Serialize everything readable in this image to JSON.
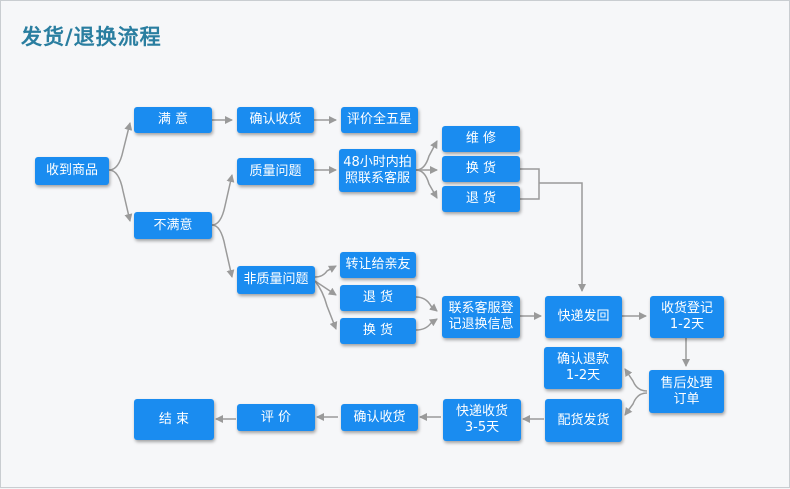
{
  "title": "发货/退换流程",
  "nodes": {
    "receive": "收到商品",
    "satisfied": "满 意",
    "unsatisfied": "不满意",
    "confirm_receipt_top": "确认收货",
    "review_five_star": "评价全五星",
    "quality_issue": "质量问题",
    "photo_contact": "48小时内拍\n照联系客服",
    "repair": "维 修",
    "exchange_top": "换 货",
    "return_top": "退 货",
    "non_quality_issue": "非质量问题",
    "transfer_friends": "转让给亲友",
    "return_mid": "退 货",
    "exchange_mid": "换 货",
    "contact_register": "联系客服登\n记退换信息",
    "express_return": "快递发回",
    "receipt_register": "收货登记\n1-2天",
    "confirm_refund": "确认退款\n1-2天",
    "after_sale": "售后处理\n订单",
    "ship_goods": "配货发货",
    "express_receive": "快递收货\n3-5天",
    "confirm_receipt_bottom": "确认收货",
    "review": "评 价",
    "end": "结 束"
  },
  "colors": {
    "node_fill": "#1a8cf0",
    "title": "#2a7ea0",
    "connector": "#9a9a9a"
  }
}
